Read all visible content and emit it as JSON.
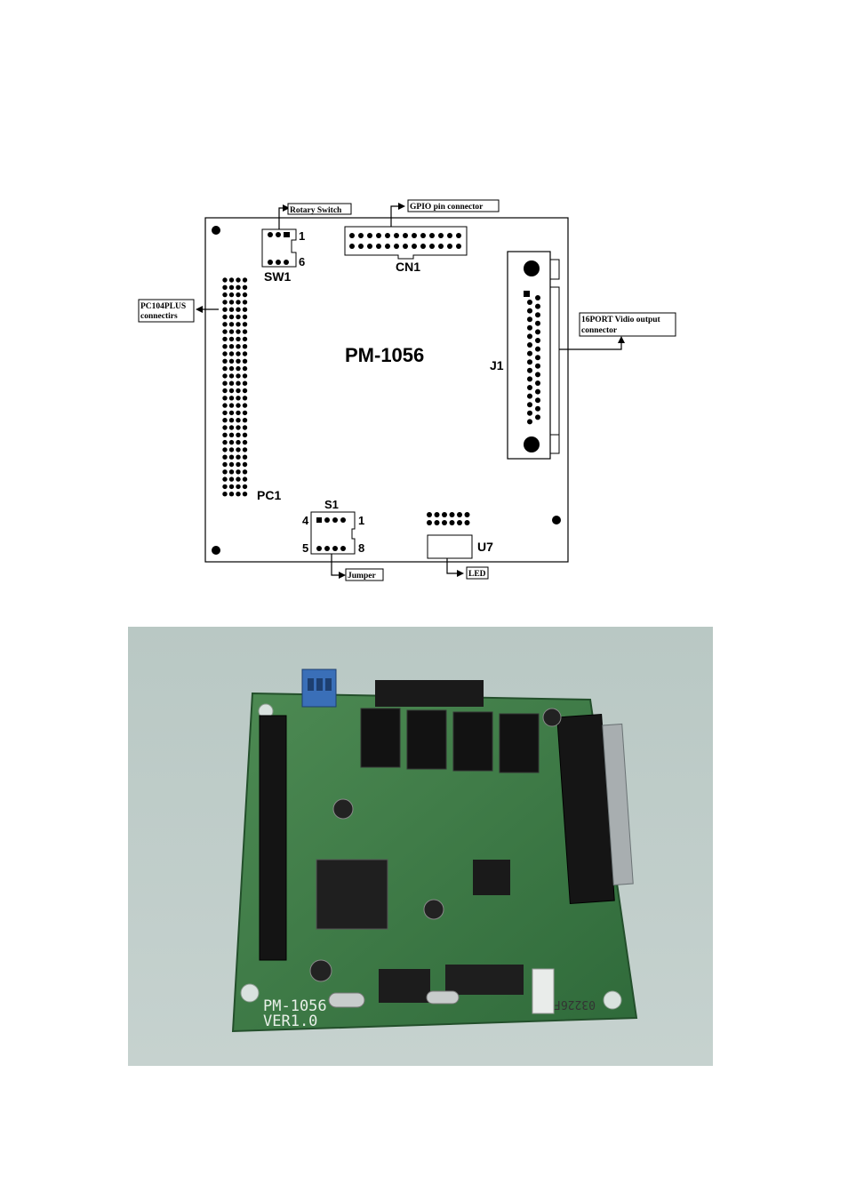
{
  "diagram": {
    "board_name": "PM-1056",
    "callouts": {
      "rotary_switch": "Rotary Switch",
      "gpio": "GPIO pin connector",
      "pc104_line1": "PC104PLUS",
      "pc104_line2": "connectirs",
      "video_line1": "16PORT Vidio output",
      "video_line2": "connector",
      "jumper": "Jumper",
      "led": "LED"
    },
    "components": {
      "sw1": "SW1",
      "sw1_pin_top": "1",
      "sw1_pin_bottom": "6",
      "cn1": "CN1",
      "j1": "J1",
      "pc1": "PC1",
      "s1": "S1",
      "s1_pin_tl": "4",
      "s1_pin_tr": "1",
      "s1_pin_bl": "5",
      "s1_pin_br": "8",
      "u7": "U7"
    }
  },
  "photo": {
    "silkscreen_line1": "PM-1056",
    "silkscreen_line2": "VER1.0",
    "part_label": "03226F",
    "colors": {
      "background": "#b7c6c2",
      "pcb": "#3f7a45",
      "pcb_dark": "#2c5e36"
    }
  }
}
